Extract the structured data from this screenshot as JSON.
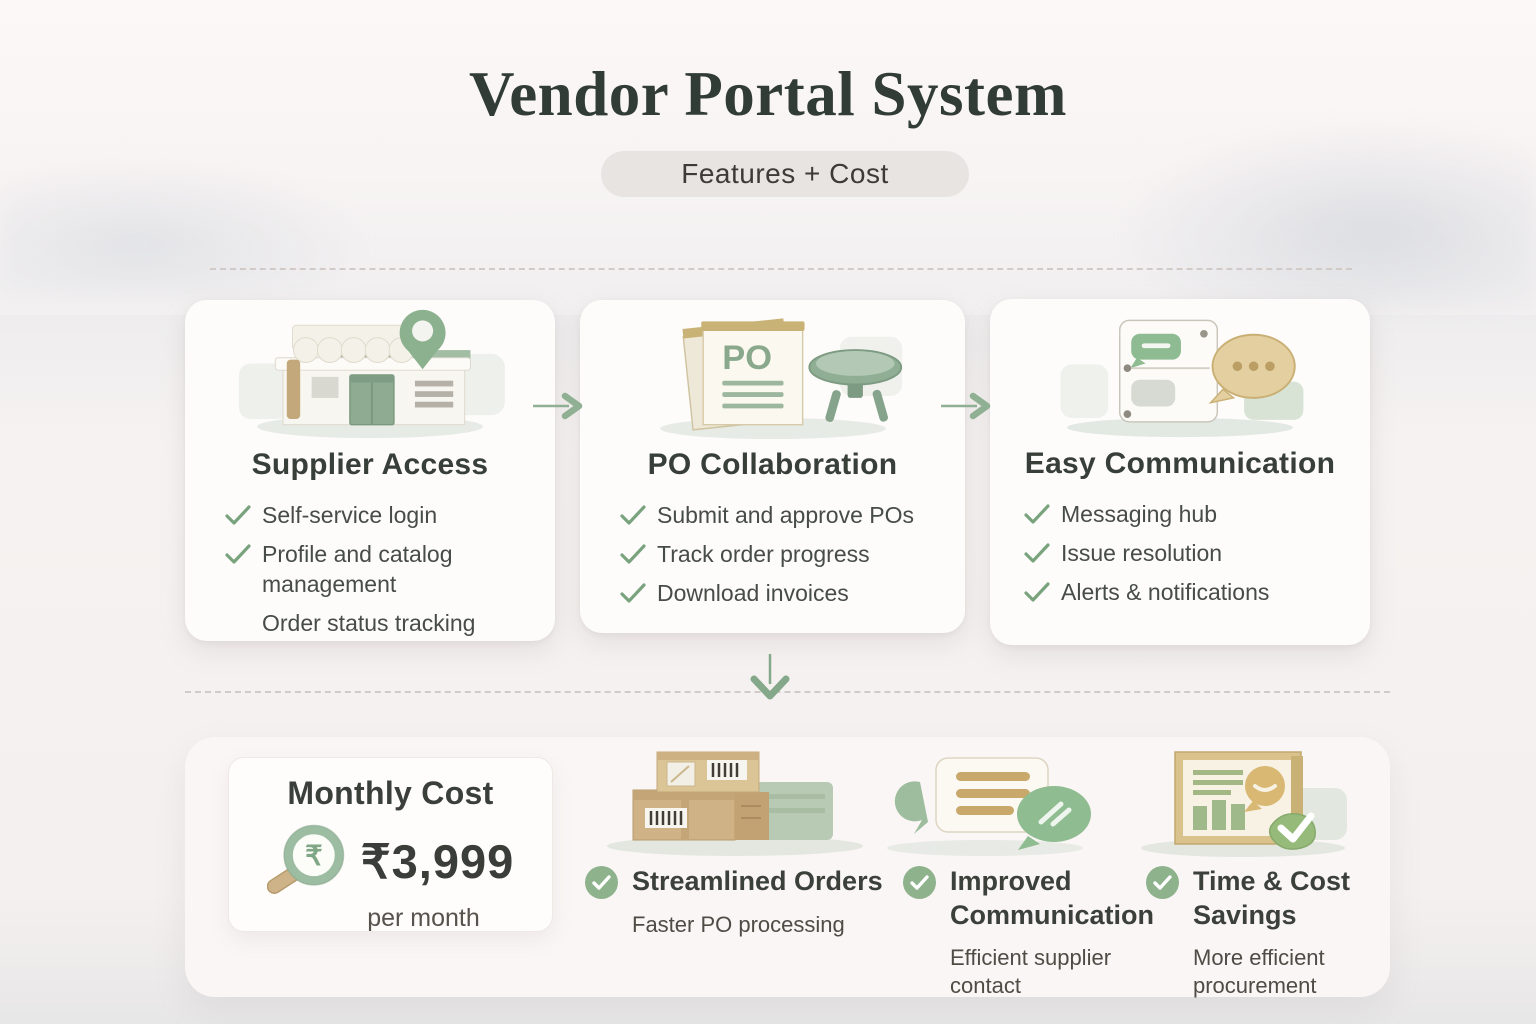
{
  "header": {
    "title": "Vendor Portal System",
    "badge": "Features + Cost"
  },
  "features": [
    {
      "title": "Supplier Access",
      "icon": "storefront-icon",
      "items": [
        {
          "text": "Self-service login",
          "checked": true
        },
        {
          "text": "Profile and catalog management",
          "checked": true
        },
        {
          "text": "Order status tracking",
          "checked": false
        }
      ]
    },
    {
      "title": "PO Collaboration",
      "icon": "po-document-table-icon",
      "icon_label": "PO",
      "items": [
        {
          "text": "Submit and approve POs",
          "checked": true
        },
        {
          "text": "Track order progress",
          "checked": true
        },
        {
          "text": "Download invoices",
          "checked": true
        }
      ]
    },
    {
      "title": "Easy Communication",
      "icon": "messaging-panel-icon",
      "items": [
        {
          "text": "Messaging hub",
          "checked": true
        },
        {
          "text": "Issue resolution",
          "checked": true
        },
        {
          "text": "Alerts & notifications",
          "checked": true
        }
      ]
    }
  ],
  "cost": {
    "title": "Monthly Cost",
    "currency_symbol": "₹",
    "price": "₹3,999",
    "period": "per month"
  },
  "benefits": [
    {
      "title": "Streamlined Orders",
      "subtitle": "Faster PO processing",
      "icon": "packages-icon"
    },
    {
      "title": "Improved Communication",
      "subtitle": "Efficient supplier contact",
      "icon": "chat-bubbles-icon"
    },
    {
      "title": "Time & Cost Savings",
      "subtitle": "More efficient procurement",
      "icon": "certificate-chart-icon"
    }
  ],
  "colors": {
    "accent_green": "#7da580",
    "sage": "#8fae94",
    "tan": "#cdb387",
    "title_text": "#313c36",
    "body_text": "#474c46",
    "badge_bg": "#e8e4e1",
    "card_bg": "#fdfcfb",
    "page_bg": "#f6f2f1"
  }
}
